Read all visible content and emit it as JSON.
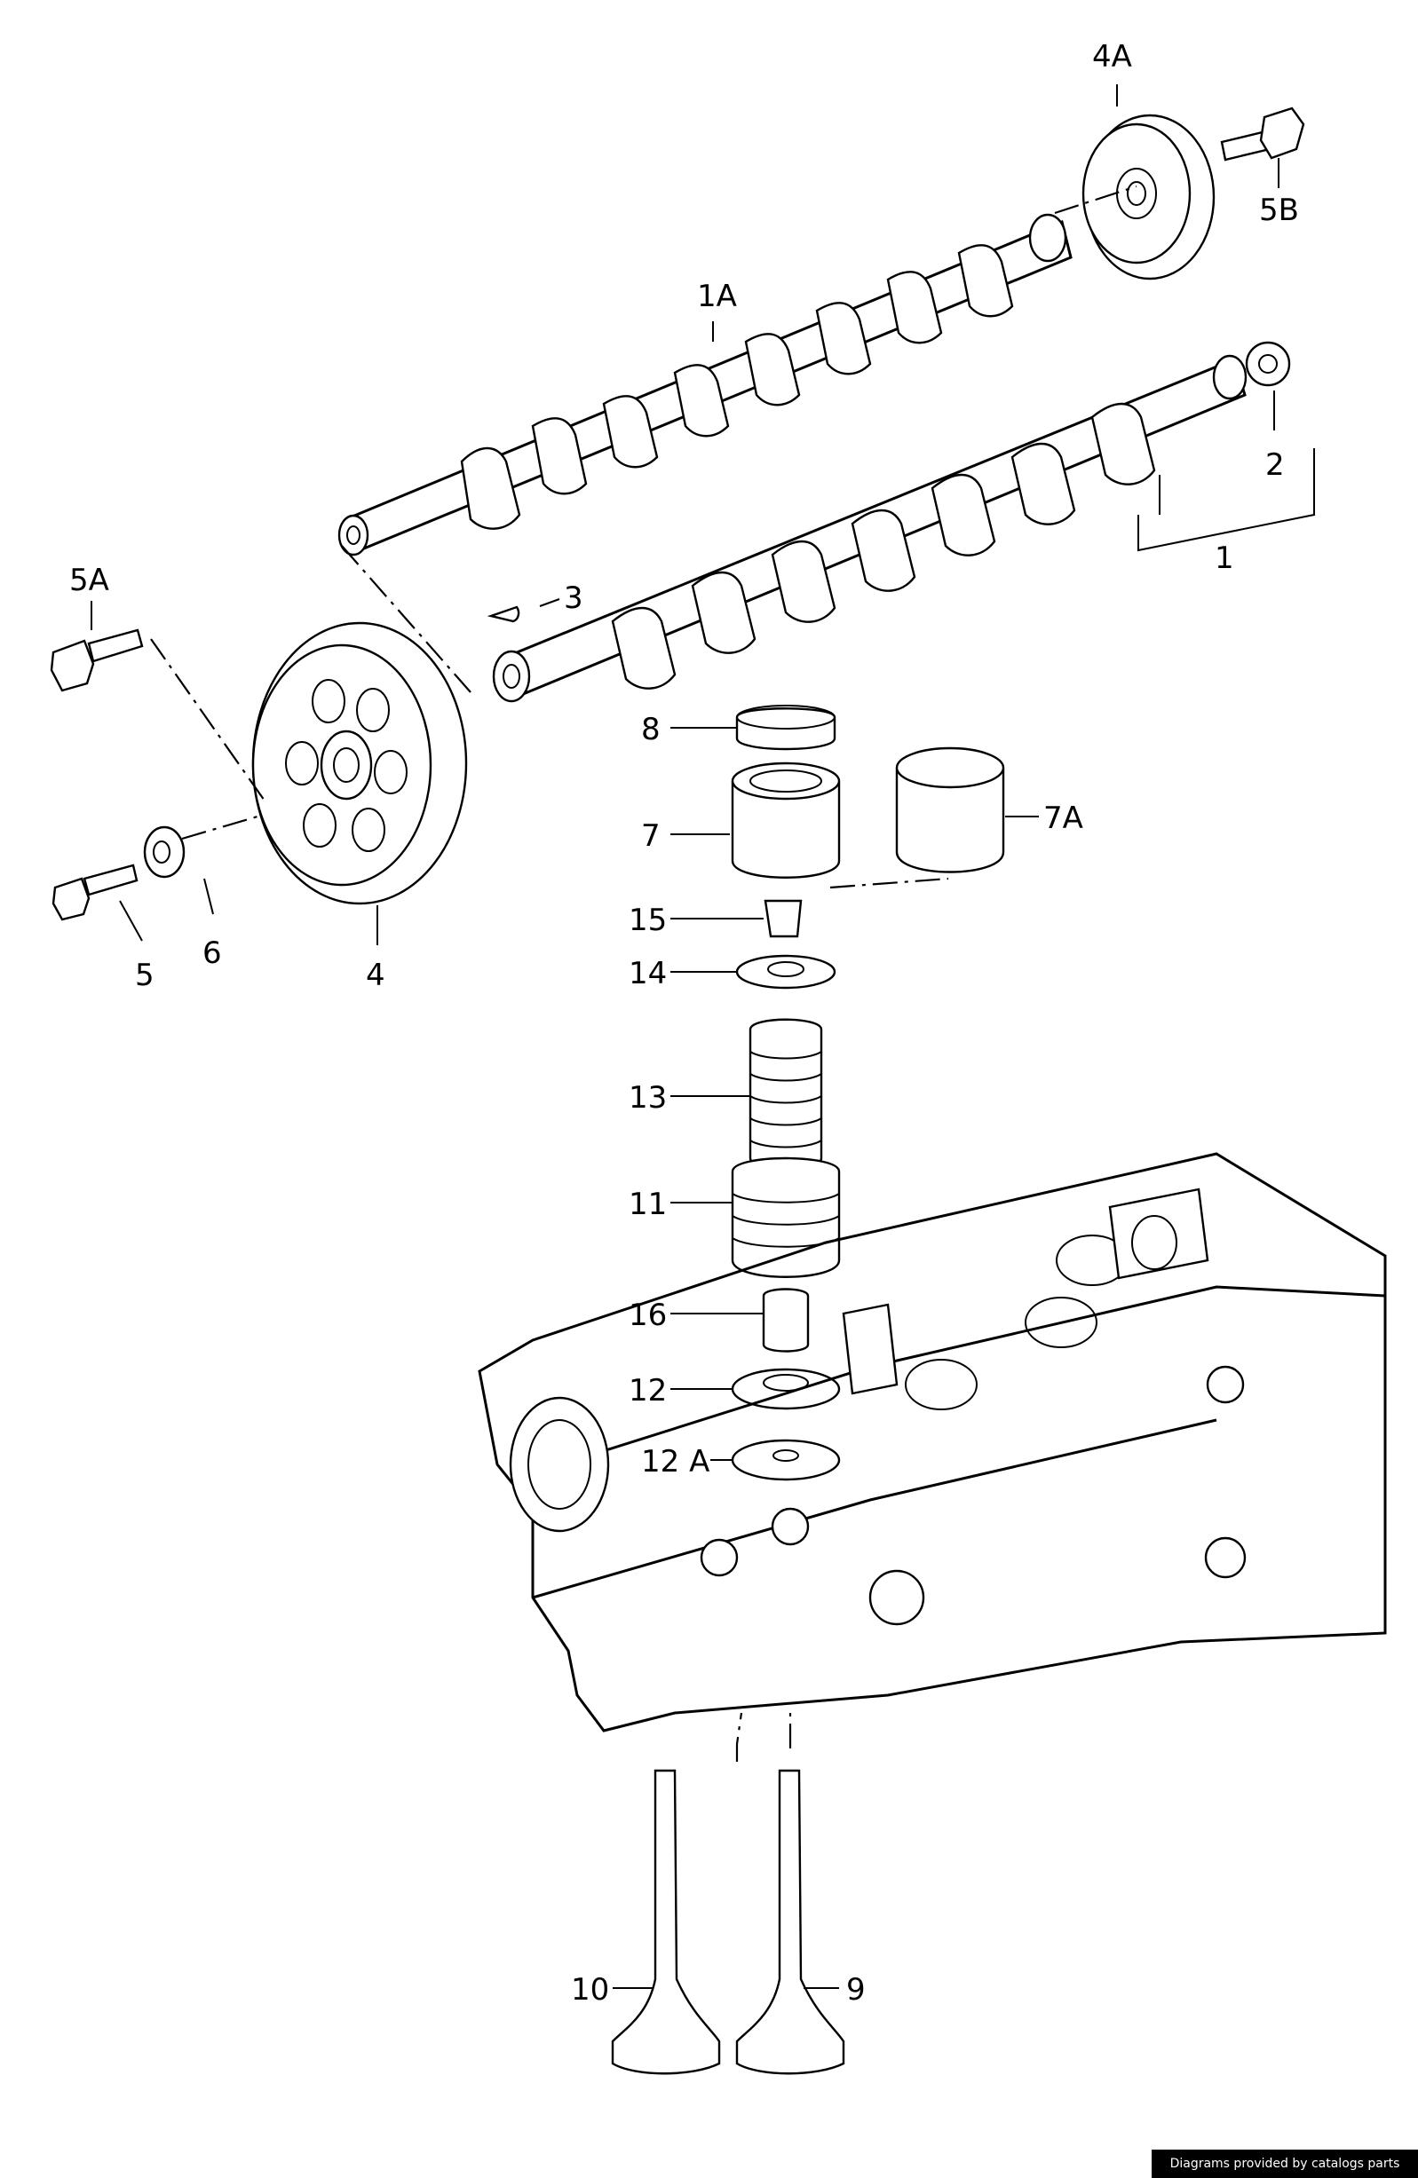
{
  "labels": {
    "l4A": "4A",
    "l5B": "5B",
    "l1A": "1A",
    "l2": "2",
    "l1": "1",
    "l5A": "5A",
    "l3": "3",
    "l8": "8",
    "l7": "7",
    "l7A": "7A",
    "l15": "15",
    "l14": "14",
    "l13": "13",
    "l11": "11",
    "l16": "16",
    "l12": "12",
    "l12A": "12 A",
    "l5": "5",
    "l6": "6",
    "l4": "4",
    "l10": "10",
    "l9": "9"
  },
  "credit": "Diagrams provided by catalogs parts"
}
